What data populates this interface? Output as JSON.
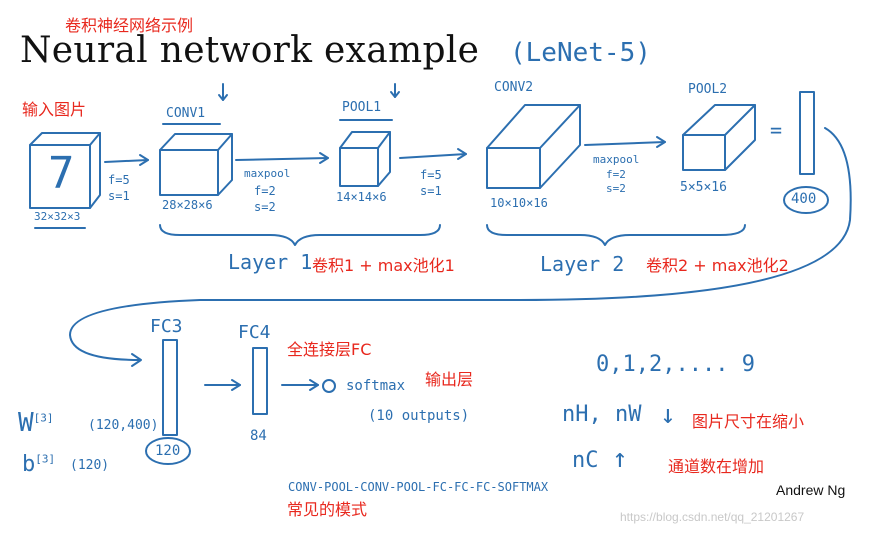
{
  "title_cn": "卷积神经网络示例",
  "title_en": "Neural network example",
  "subtitle": "(LeNet-5)",
  "input": {
    "label_cn": "输入图片",
    "digit": "7",
    "dims": "32×32×3"
  },
  "conv1": {
    "label": "CONV1",
    "dims": "28×28×6",
    "params": [
      "f=5",
      "s=1"
    ]
  },
  "pool1": {
    "label": "POOL1",
    "dims": "14×14×6",
    "params_op": "maxpool",
    "params": [
      "f=2",
      "s=2"
    ]
  },
  "conv2": {
    "label": "CONV2",
    "dims": "10×10×16",
    "params": [
      "f=5",
      "s=1"
    ]
  },
  "pool2": {
    "label": "POOL2",
    "dims": "5×5×16",
    "params_op": "maxpool",
    "params": [
      "f=2",
      "s=2"
    ]
  },
  "flatten": {
    "equals": "=",
    "count": "400"
  },
  "layer1": {
    "label": "Layer 1",
    "cn": "卷积1 + max池化1"
  },
  "layer2": {
    "label": "Layer 2",
    "cn": "卷积2 + max池化2"
  },
  "fc3": {
    "label": "FC3",
    "count": "120"
  },
  "fc4": {
    "label": "FC4",
    "count": "84"
  },
  "fc_cn": "全连接层FC",
  "output": {
    "text": "softmax",
    "sub": "(10 outputs)",
    "cn": "输出层"
  },
  "weights": {
    "w": "W",
    "w_sup": "[3]",
    "w_dims": "(120,400)",
    "b": "b",
    "b_sup": "[3]",
    "b_dims": "(120)"
  },
  "classes": "0,1,2,.... 9",
  "nh_nw": {
    "text": "nH, nW",
    "arrow": "↓",
    "cn": "图片尺寸在缩小"
  },
  "nc": {
    "text": "nC",
    "arrow": "↑",
    "cn": "通道数在增加"
  },
  "pattern": {
    "text": "CONV-POOL-CONV-POOL-FC-FC-FC-SOFTMAX",
    "cn": "常见的模式"
  },
  "credit": "Andrew Ng",
  "watermark": "https://blog.csdn.net/qq_21201267"
}
